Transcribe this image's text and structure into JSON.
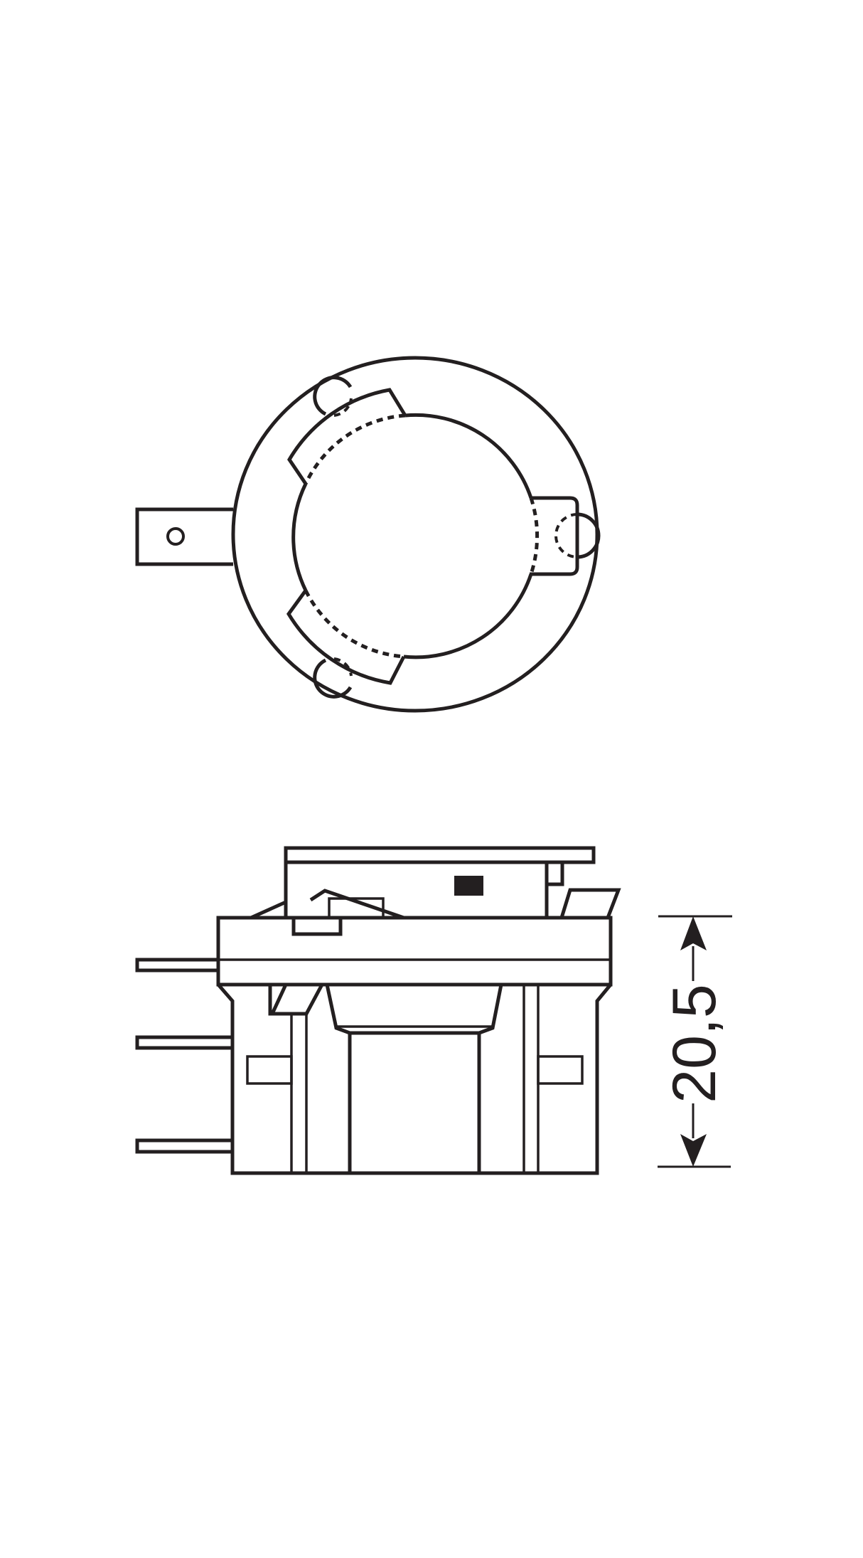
{
  "diagram": {
    "type": "technical-drawing",
    "subject": "lamp base / bulb socket",
    "views": [
      {
        "name": "top-view",
        "description": "circular flange with bayonet lugs, side tab with hole, right key tab"
      },
      {
        "name": "side-view",
        "description": "socket body with three contact pins and flange"
      }
    ],
    "dimension": {
      "label": "20,5",
      "orientation": "vertical"
    },
    "colors": {
      "line": "#231f20",
      "background": "#ffffff"
    }
  }
}
